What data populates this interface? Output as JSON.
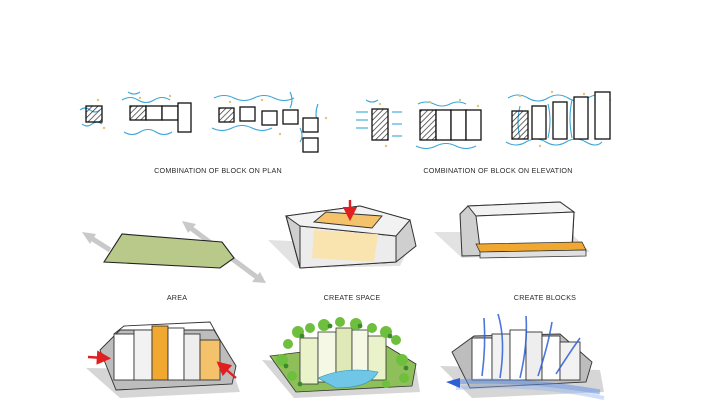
{
  "captions": {
    "plan": "COMBINATION OF BLOCK ON PLAN",
    "elevation": "COMBINATION OF BLOCK ON ELEVATION",
    "area": "AREA",
    "create_space": "CREATE SPACE",
    "create_blocks": "CREATE BLOCKS"
  },
  "colors": {
    "hatch": "#2a2a2a",
    "wind": "#3aa6d8",
    "sun": "#e8c46a",
    "site_green": "#b9c98a",
    "void_yellow": "#f4c26a",
    "accent_orange": "#f0a830",
    "arrow_red": "#e02020",
    "shadow_grey": "#d6d6d6",
    "wall_grey": "#c8c8c8",
    "roof_green": "#6fbf3e",
    "water_blue": "#6fc6e6",
    "flow_blue": "#2f5fd6"
  }
}
